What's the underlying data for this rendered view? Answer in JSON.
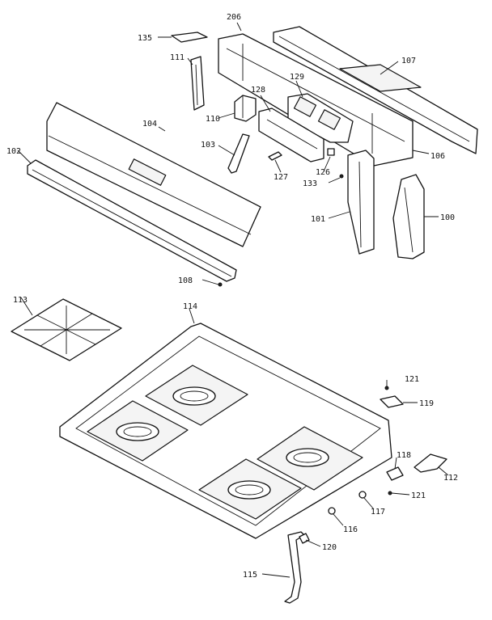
{
  "labels": {
    "p100": "100",
    "p101": "101",
    "p102": "102",
    "p103": "103",
    "p104": "104",
    "p106": "106",
    "p107": "107",
    "p108": "108",
    "p110": "110",
    "p111": "111",
    "p112": "112",
    "p113": "113",
    "p114": "114",
    "p115": "115",
    "p116": "116",
    "p117": "117",
    "p118": "118",
    "p119": "119",
    "p120": "120",
    "p121a": "121",
    "p121b": "121",
    "p126": "126",
    "p127": "127",
    "p128": "128",
    "p129": "129",
    "p133": "133",
    "p135": "135",
    "p206": "206"
  }
}
